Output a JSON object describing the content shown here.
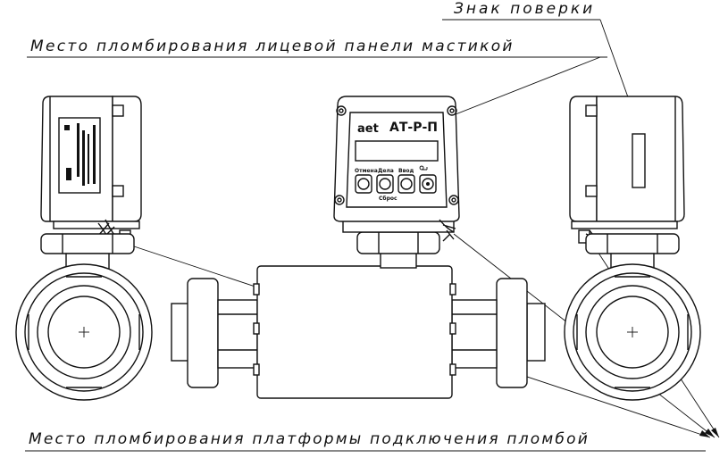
{
  "labels": {
    "verification_mark": "Знак поверки",
    "face_panel_seal": "Место пломбирования лицевой панели мастикой",
    "platform_seal": "Место пломбирования платформы подключения пломбой"
  },
  "device": {
    "brand": "aet",
    "model": "АТ-Р-П",
    "buttons": [
      "Отмена",
      "Дела",
      "Ввод"
    ],
    "reset_label": "Сброс"
  },
  "colors": {
    "ink": "#111111",
    "paper": "#ffffff"
  }
}
